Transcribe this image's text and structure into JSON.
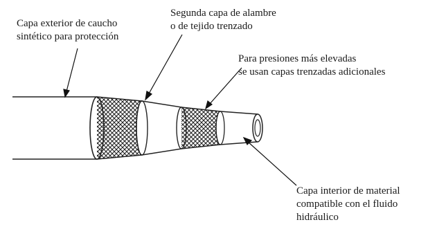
{
  "labels": {
    "outer_cover": [
      "Capa exterior de caucho",
      "sintético para protección"
    ],
    "second_layer": [
      "Segunda capa de alambre",
      "o de tejido trenzado"
    ],
    "additional_braid": [
      "Para presiones más elevadas",
      "se usan capas trenzadas adicionales"
    ],
    "inner_tube": [
      "Capa interior de material",
      "compatible con el fluido",
      "hidráulico"
    ]
  }
}
